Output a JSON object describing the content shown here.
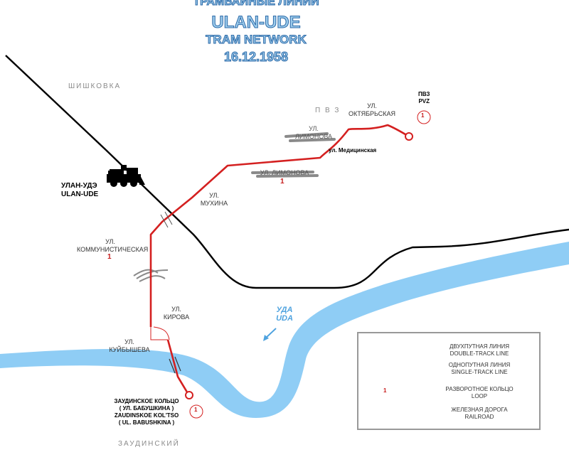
{
  "title": {
    "line1": "ТРАМВАЙНЫЕ ЛИНИИ",
    "line2": "ULAN-UDE",
    "line3": "TRAM NETWORK",
    "date": "16.12.1958"
  },
  "districts": {
    "shishkovka": "ШИШКОВКА",
    "pvz": "П В З",
    "zaudinsky": "ЗАУДИНСКИЙ"
  },
  "city": {
    "ru": "УЛАН-УДЭ",
    "en": "ULAN-UDE"
  },
  "pvz_terminus": {
    "ru": "ПВЗ",
    "en": "PVZ",
    "loop_number": "1"
  },
  "streets": {
    "oktyabrskaya": {
      "prefix": "УЛ.",
      "name": "ОКТЯБРЬСКАЯ"
    },
    "limonova_upper": {
      "prefix": "УЛ.",
      "name": "ЛИМОНОВА"
    },
    "meditsinskaya": "ул. Медицинская",
    "limonova_lower": "УЛ. ЛИМОНОВА",
    "limonova_number": "1",
    "mukhina": {
      "prefix": "УЛ.",
      "name": "МУХИНА"
    },
    "kommunisticheskaya": {
      "prefix": "УЛ.",
      "name": "КОММУНИСТИЧЕСКАЯ",
      "number": "1"
    },
    "kirova": {
      "prefix": "УЛ.",
      "name": "КИРОВА"
    },
    "kuybysheva": {
      "prefix": "УЛ.",
      "name": "КУЙБЫШЕВА"
    }
  },
  "river": {
    "ru": "УДА",
    "en": "UDA"
  },
  "zaudinskoe": {
    "line1": "ЗАУДИНСКОЕ КОЛЬЦО",
    "line2": "( УЛ. БАБУШКИНА )",
    "line3": "ZAUDINSKOE KOL'TSO",
    "line4": "( UL. BABUSHKINA )",
    "loop_number": "1"
  },
  "legend": {
    "double_track": {
      "ru": "ДВУХПУТНАЯ ЛИНИЯ",
      "en": "DOUBLE-TRACK LINE"
    },
    "single_track": {
      "ru": "ОДНОПУТНАЯ ЛИНИЯ",
      "en": "SINGLE-TRACK LINE"
    },
    "loop": {
      "ru": "РАЗВОРОТНОЕ КОЛЬЦО",
      "en": "LOOP",
      "sample_number": "1"
    },
    "railroad": {
      "ru": "ЖЕЛЕЗНАЯ ДОРОГА",
      "en": "RAILROAD"
    }
  },
  "colors": {
    "tram": "#d42020",
    "river": "#8fcdf5",
    "railroad": "#000000",
    "title_fill": "#9ccbeb",
    "title_outline": "#2d6aa8"
  },
  "icons": [
    "locomotive-icon",
    "loop-marker-icon",
    "river-arrow-icon"
  ]
}
